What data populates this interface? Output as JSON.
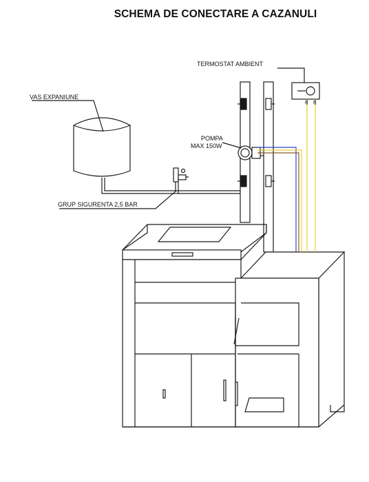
{
  "title": "SCHEMA DE CONECTARE A CAZANULI",
  "labels": {
    "thermostat": "TERMOSTAT AMBIENT",
    "expansion_vessel": "VAS EXPANIUNE",
    "pump": "POMPA",
    "pump_power": "MAX 150W",
    "safety_group": "GRUP SIGURENTA 2,5 BAR",
    "terminal_left": "F",
    "terminal_right": "F"
  },
  "colors": {
    "line": "#1a1a1a",
    "wire_blue": "#2f47c8",
    "wire_yellow": "#f0cf2a",
    "wire_brown": "#8a5a2b"
  }
}
